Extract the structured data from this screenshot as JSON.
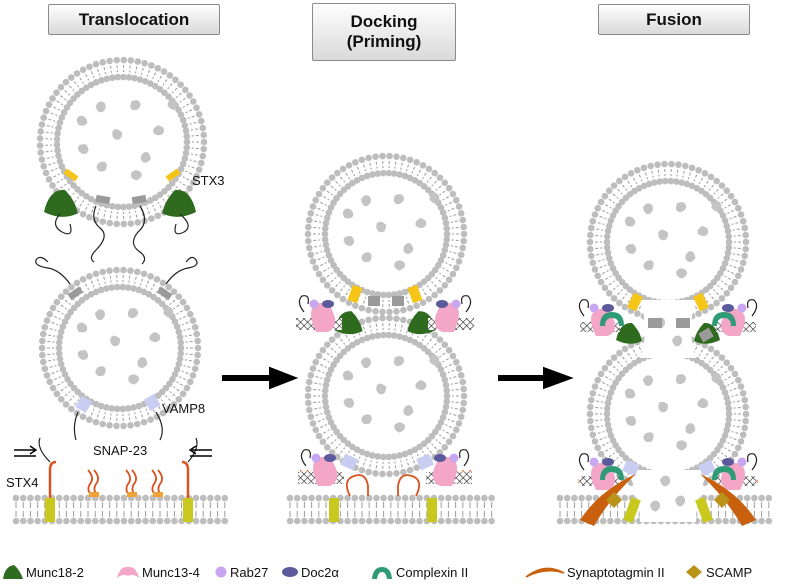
{
  "stages": [
    {
      "title": "Translocation"
    },
    {
      "title_line1": "Docking",
      "title_line2": "(Priming)"
    },
    {
      "title": "Fusion"
    }
  ],
  "labels": {
    "stx3": "STX3",
    "vamp8": "VAMP8",
    "snap23": "SNAP-23",
    "stx4": "STX4"
  },
  "legend": [
    {
      "label": "Munc18-2",
      "icon": "munc18-2-icon",
      "color": "#2e6b1e"
    },
    {
      "label": "Munc13-4",
      "icon": "munc13-4-icon",
      "color": "#f4a6c6"
    },
    {
      "label": "Rab27",
      "icon": "rab27-icon",
      "color": "#c9a6f0"
    },
    {
      "label": "Doc2α",
      "icon": "doc2a-icon",
      "color": "#5a5a9c"
    },
    {
      "label": "Complexin II",
      "icon": "complexin-ii-icon",
      "color": "#2e9b76"
    },
    {
      "label": "Synaptotagmin II",
      "icon": "synaptotagmin-ii-icon",
      "color": "#c8600e"
    },
    {
      "label": "SCAMP",
      "icon": "scamp-icon",
      "color": "#b89317"
    }
  ],
  "colors": {
    "lipid": "#bdbdbd",
    "stx": "#f5c518",
    "vamp": "#c9cdf2",
    "membrane_protein": "#9a9a9a",
    "snap23": "#d9531e",
    "transmembrane": "#c8c81e"
  }
}
